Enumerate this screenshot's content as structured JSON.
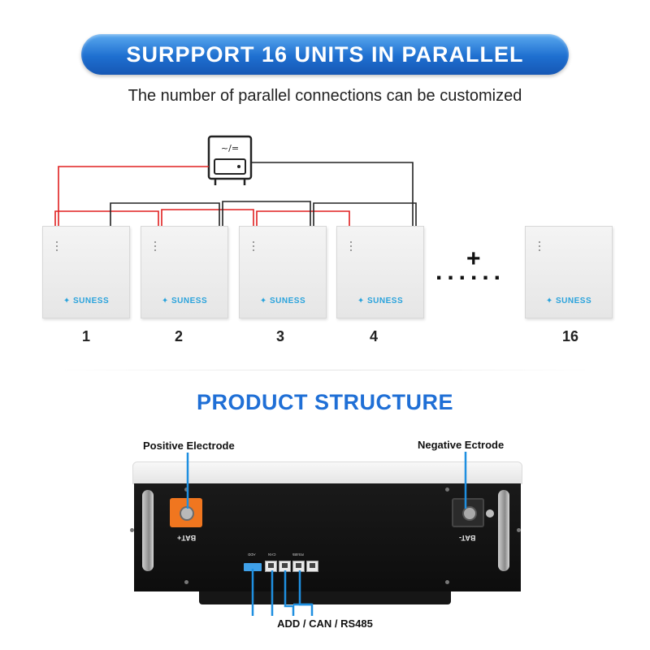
{
  "header": {
    "banner": "SURPPORT 16 UNITS IN PARALLEL",
    "subtitle": "The number of parallel connections can be customized"
  },
  "parallel_diagram": {
    "inverter_symbol": "~/=",
    "unit_brand": "SUNESS",
    "unit_labels": [
      "1",
      "2",
      "3",
      "4",
      "16"
    ],
    "plus": "+",
    "ellipsis": "......",
    "wire_colors": {
      "positive": "#e02020",
      "negative": "#222222"
    }
  },
  "structure": {
    "title": "PRODUCT STRUCTURE",
    "positive_callout": "Positive Electrode",
    "negative_callout": "Negative Ectrode",
    "bat_pos": "BAT+",
    "bat_neg": "BAT-",
    "port_labels": {
      "add": "ADD",
      "can": "CAN",
      "rs485": "RS485"
    },
    "ports_callout": "ADD / CAN / RS485",
    "accent_color": "#1f8fe0"
  }
}
